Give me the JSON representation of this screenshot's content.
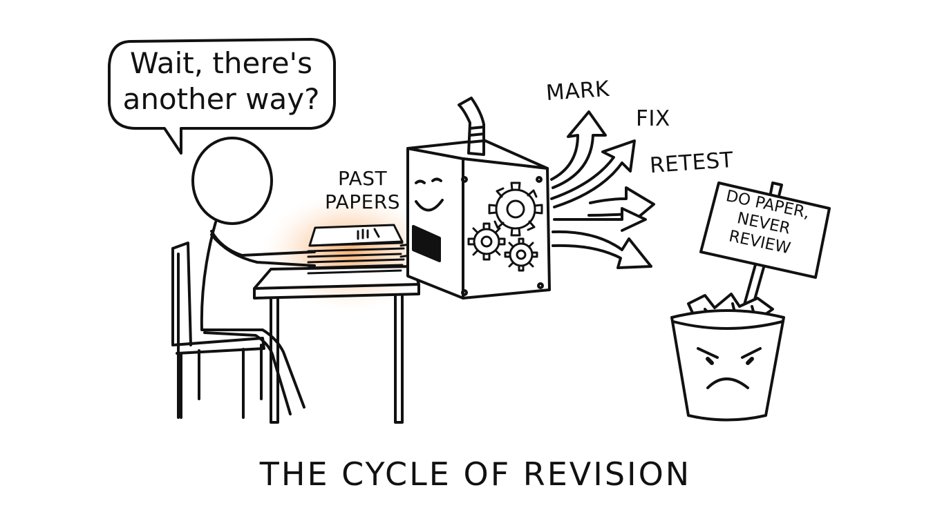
{
  "speech_bubble": {
    "line1": "Wait, there's",
    "line2": "another way?"
  },
  "papers_label": {
    "line1": "PAST",
    "line2": "PAPERS"
  },
  "arrow_labels": {
    "mark": "MARK",
    "fix": "FIX",
    "retest": "RETEST"
  },
  "sign": {
    "line1": "DO PAPER,",
    "line2": "NEVER",
    "line3": "REVIEW"
  },
  "caption": "THE CYCLE OF REVISION",
  "colors": {
    "ink": "#111111",
    "glow": "#f59a4a",
    "background": "#ffffff"
  },
  "icons": [
    "stick-figure-icon",
    "chair-icon",
    "desk-icon",
    "paper-stack-icon",
    "revision-machine-icon",
    "gear-icon",
    "arrow-icon",
    "trash-bin-icon",
    "sign-icon"
  ]
}
